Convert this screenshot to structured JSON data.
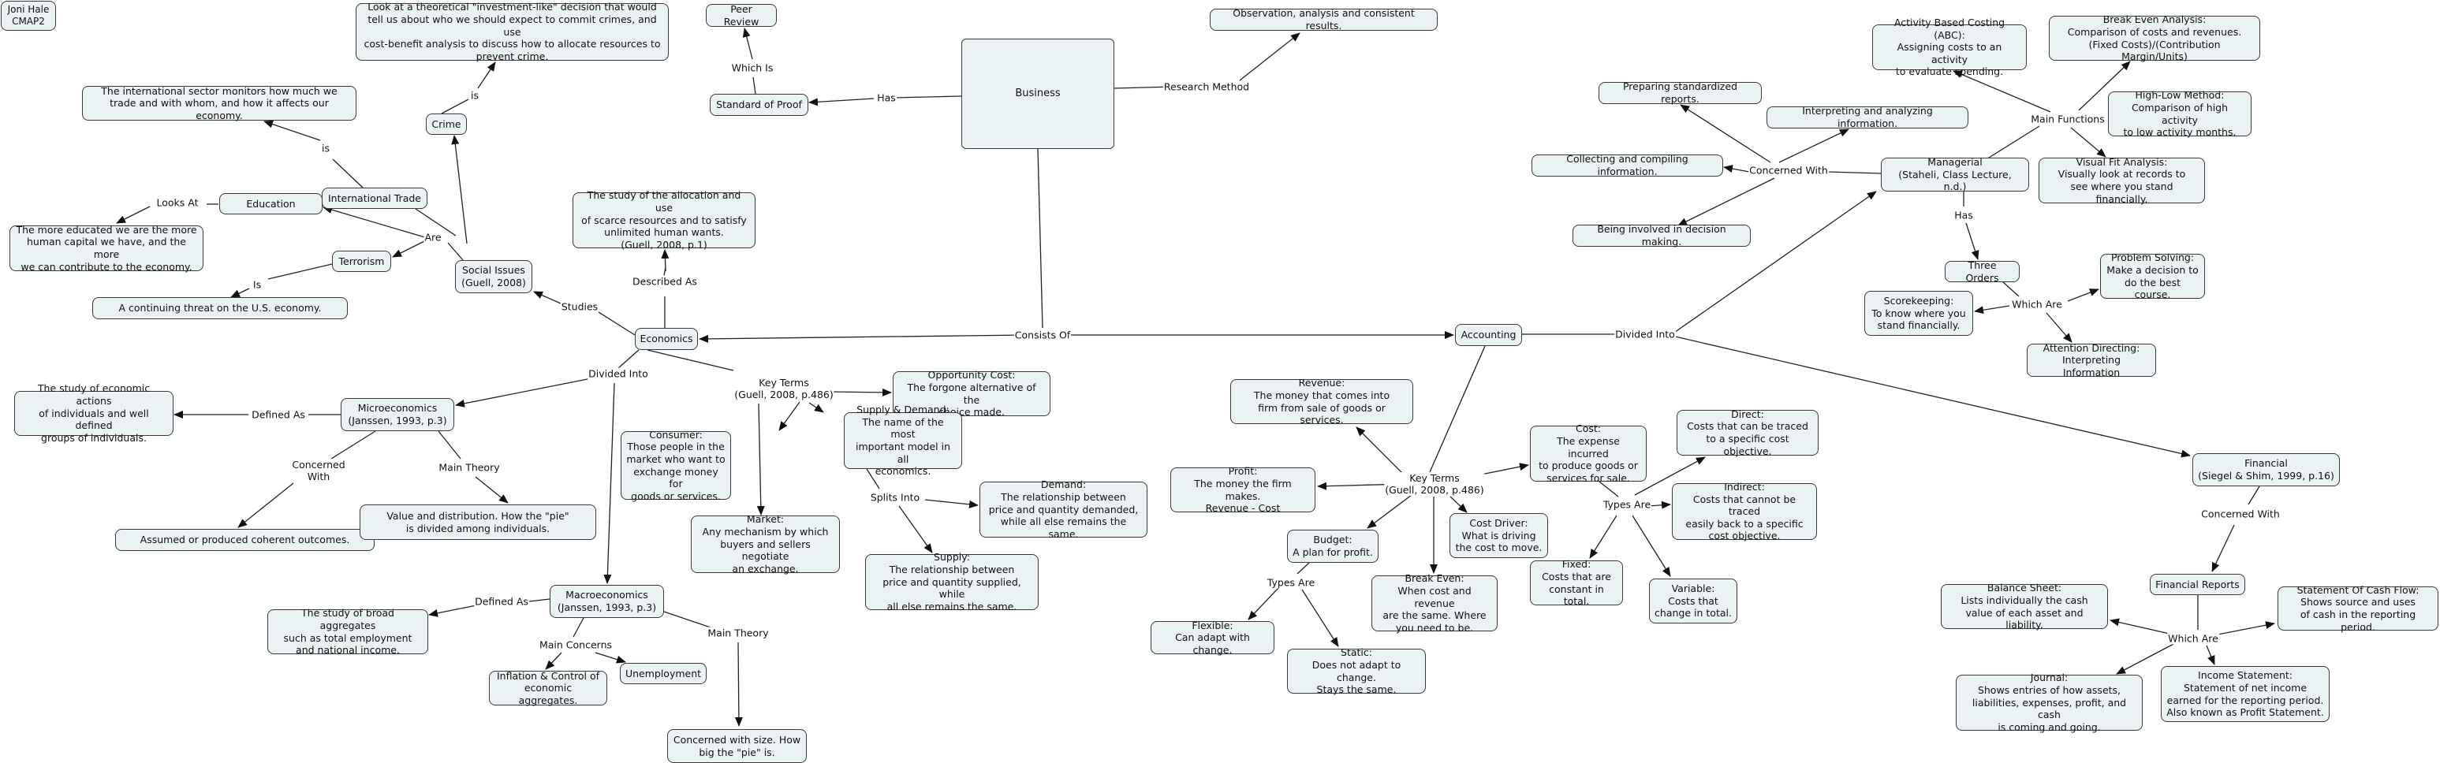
{
  "diagram": {
    "nodes": {
      "author": "Joni Hale\nCMAP2",
      "business": "Business",
      "peer_review": "Peer Review",
      "standard_of_proof": "Standard of Proof",
      "observation": "Observation, analysis and consistent results.",
      "theoretical_decision": "Look at a theoretical \"investment-like\" decision that would\ntell us about who we should expect to commit crimes, and use\ncost-benefit analysis to discuss how to allocate resources to\nprevent crime.",
      "crime": "Crime",
      "international_def": "The international sector monitors how much we\ntrade and with whom, and how it affects our economy.",
      "international_trade": "International Trade",
      "education": "Education",
      "educated_def": "The more educated we are the more\nhuman capital we have, and the more\nwe can contribute to the economy.",
      "terrorism": "Terrorism",
      "terrorism_def": "A continuing threat on the U.S. economy.",
      "social_issues": "Social Issues\n(Guell, 2008)",
      "economics_def": "The study of the allocation and use\nof scarce resources and to satisfy\nunlimited human wants.\n(Guell, 2008, p.1)",
      "economics": "Economics",
      "microeconomics": "Microeconomics\n(Janssen, 1993, p.3)",
      "micro_def": "The study of economic actions\nof individuals and well defined\ngroups of individuals.",
      "coherent_outcomes": "Assumed or produced coherent outcomes.",
      "value_distribution": "Value and distribution. How the \"pie\"\nis divided among individuals.",
      "opportunity_cost": "Opportunity Cost:\nThe forgone alternative of the\nchoice made.",
      "supply_demand": "Supply & Demand:\nThe name of the most\nimportant model in all\neconomics.",
      "consumer": "Consumer:\nThose people in the\nmarket who want to\nexchange money for\ngoods or services.",
      "market": "Market:\nAny mechanism by which\nbuyers and sellers negotiate\nan exchange.",
      "demand": "Demand:\nThe relationship between\nprice and quantity demanded,\nwhile all else remains the same.",
      "supply": "Supply:\nThe relationship between\nprice and quantity supplied, while\nall else remains the same.",
      "macroeconomics": "Macroeconomics\n(Janssen, 1993, p.3)",
      "macro_def": "The study of broad aggregates\nsuch as total employment\nand national income.",
      "inflation": "Inflation & Control of\neconomic aggregates.",
      "unemployment": "Unemployment",
      "size_pie": "Concerned with size. How\nbig the \"pie\" is.",
      "accounting": "Accounting",
      "revenue": "Revenue:\nThe money that comes into\nfirm from sale of goods or services.",
      "profit": "Profit:\nThe money the firm makes.\nRevenue - Cost",
      "budget": "Budget:\nA plan for profit.",
      "flexible": "Flexible:\nCan adapt with change.",
      "static": "Static:\nDoes not adapt to change.\nStays the same.",
      "break_even": "Break Even:\nWhen cost and revenue\nare the same. Where\nyou need to be.",
      "cost_driver": "Cost Driver:\nWhat is driving\nthe cost to move.",
      "cost": "Cost:\nThe expense incurred\nto produce goods or\nservices for sale.",
      "direct": "Direct:\nCosts that can be traced\nto a specific cost objective.",
      "indirect": "Indirect:\nCosts that cannot be traced\neasily back to a specific\ncost objective.",
      "fixed": "Fixed:\nCosts that are\nconstant in total.",
      "variable": "Variable:\nCosts that\nchange in total.",
      "managerial": "Managerial\n(Staheli, Class Lecture, n.d.)",
      "preparing_reports": "Preparing standardized reports.",
      "interpreting": "Interpreting and analyzing information.",
      "collecting": "Collecting and compiling information.",
      "decision_making": "Being involved in decision making.",
      "abc": "Activity Based Costing (ABC):\nAssigning costs to an activity\nto evaluate spending.",
      "break_even_analysis": "Break Even Analysis:\nComparison of costs and revenues.\n(Fixed Costs)/(Contribution Margin/Units)",
      "high_low": "High-Low Method:\nComparison of high activity\nto low activity months.",
      "visual_fit": "Visual Fit Analysis:\nVisually look at records to\nsee where you stand financially.",
      "three_orders": "Three Orders",
      "problem_solving": "Problem Solving:\nMake a decision to\ndo the best course.",
      "scorekeeping": "Scorekeeping:\nTo know where you\nstand financially.",
      "attention_directing": "Attention Directing:\nInterpreting Information",
      "financial": "Financial\n(Siegel & Shim, 1999, p.16)",
      "financial_reports": "Financial Reports",
      "balance_sheet": "Balance Sheet:\nLists individually the cash\nvalue of each asset and liability.",
      "cash_flow": "Statement Of Cash Flow:\nShows source and uses\nof cash in the reporting period.",
      "journal": "Journal:\nShows entries of how assets,\nliabilities, expenses, profit, and cash\nis coming and going.",
      "income_statement": "Income Statement:\nStatement of net income\nearned for the reporting period.\nAlso known as Profit Statement."
    },
    "link_labels": {
      "has": "Has",
      "which_is": "Which Is",
      "research_method": "Research Method",
      "consists_of": "Consists Of",
      "is_crime": "is",
      "is_international": "is",
      "are": "Are",
      "looks_at": "Looks At",
      "is_terrorism": "Is",
      "studies": "Studies",
      "described_as": "Described As",
      "divided_into_econ": "Divided Into",
      "key_terms_econ": "Key Terms\n(Guell, 2008, p.486)",
      "defined_as_micro": "Defined As",
      "concerned_with_micro": "Concerned\nWith",
      "main_theory_micro": "Main Theory",
      "splits_into": "Splits Into",
      "defined_as_macro": "Defined As",
      "main_concerns": "Main Concerns",
      "main_theory_macro": "Main Theory",
      "divided_into_acct": "Divided Into",
      "key_terms_acct": "Key Terms\n(Guell, 2008, p.486)",
      "types_are_budget": "Types Are",
      "types_are_cost": "Types Are",
      "concerned_with_mgr": "Concerned With",
      "main_functions": "Main Functions",
      "has_mgr": "Has",
      "which_are_orders": "Which Are",
      "concerned_with_fin": "Concerned With",
      "which_are_reports": "Which Are"
    }
  }
}
